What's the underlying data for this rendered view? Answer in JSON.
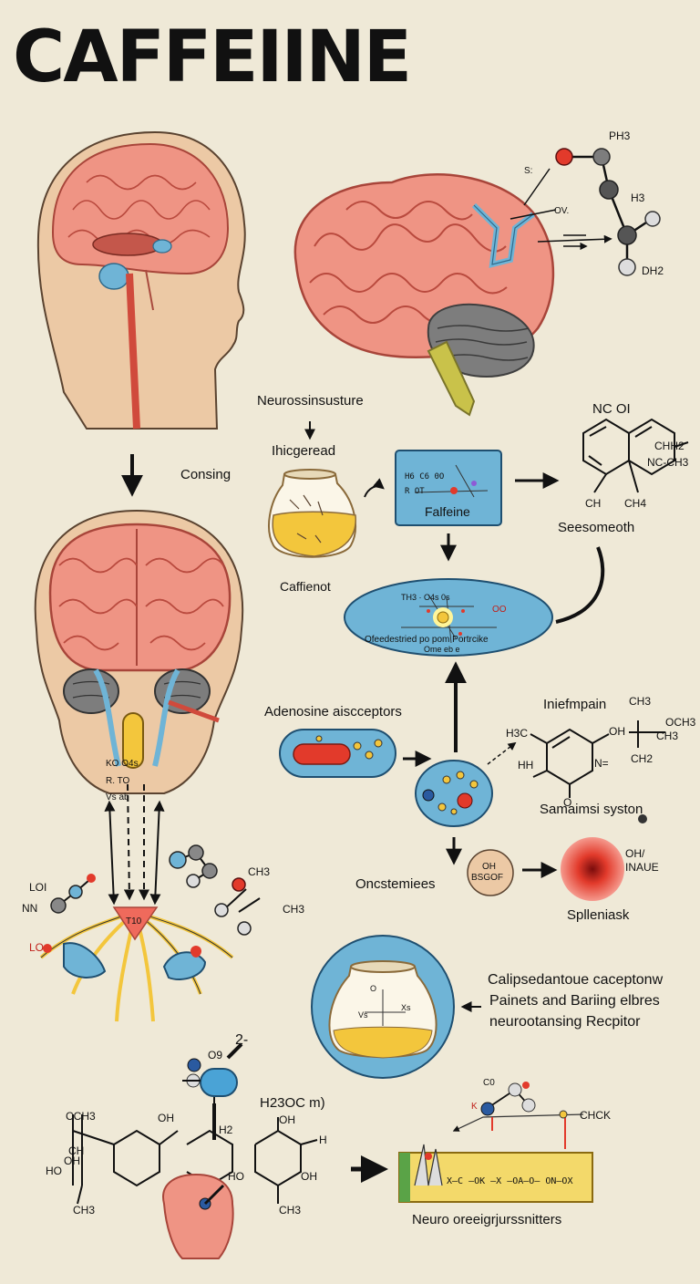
{
  "title": "CAFFEIINE",
  "labels": {
    "neurossinsusture": "Neurossinsusture",
    "hicgeread": "Ihicgeread",
    "consing": "Consing",
    "caffienot": "Caffienot",
    "falfeine": "Falfeine",
    "box_a": "H6 C6  0O",
    "box_b": "R   OT",
    "nco": "NC OI",
    "chh2": "CHH2",
    "ncch3": "NC-CH3",
    "ch": "CH",
    "ch4": "CH4",
    "seesomeoth": "Seesomeoth",
    "ofeedestried": "Ofeedestried  po  pom Portrcike",
    "ell_a": "TH3  ·  O4s   0s",
    "ell_b": "Ome  eb  e",
    "ell_o": "OO",
    "adenosine": "Adenosine aiscceptors",
    "iniefmpain": "Iniefmpain",
    "ch3_a": "CH3",
    "och3": "OCH3",
    "ch3_b": "CH3",
    "h3c": "H3C",
    "oh_a": "OH",
    "ch2": "CH2",
    "hh": "HH",
    "n_eq": "N=",
    "o_small": "O",
    "samaimsi": "Samaimsi syston",
    "oncstemiees": "Oncstemiees",
    "oh_b": "OH",
    "bsgof": "BSGOF",
    "oh_inaue": "OH/",
    "inaue": "INAUE",
    "splleniask": "Splleniask",
    "calipsed_1": "Calipsedantoue caceptonw",
    "calipsed_2": "Painets and Bariing elbres",
    "calipsed_3": "neurootansing Recpitor",
    "lo1": "LOI",
    "nn": "NN",
    "lo2": "LO",
    "ch3_c": "CH3",
    "ch3_d": "CH3",
    "t10": "T10",
    "stem_1": "KO     O4s",
    "stem_2": "R.      TO",
    "stem_3": "Vs          ab",
    "ph3": "PH3",
    "h3": "H3",
    "dh2": "DH2",
    "sa": "S:",
    "ov": "OV.",
    "two_minus": "2-",
    "oo": "O9",
    "h23oc": "H23OC m)",
    "oh_c": "OH",
    "h2": "H2",
    "oh_d": "OH",
    "cch3": "CCH3",
    "ch_e": "CH",
    "oh_e": "OH",
    "ho_a": "HO",
    "ch3_e": "CH3",
    "ho_b": "HO",
    "h_a": "H",
    "ch3_f": "CH3",
    "oh_f": "OH",
    "chck": "CHCK",
    "c0": "C0",
    "x_k": "K",
    "strip": "X—C —OK —X —OA—O— ON—OX",
    "neuro": "Neuro  oreeigrjurssnitters",
    "flask_o": "O",
    "flask_a": "Vs",
    "flask_b": "Xs"
  },
  "colors": {
    "background": "#efe9d7",
    "brain": "#ef9484",
    "brain_dark": "#c4574b",
    "blue": "#6fb4d6",
    "yellow": "#f3c63c",
    "red": "#e23a2b",
    "skin": "#ecc9a5"
  },
  "icons": [
    "brain-icon",
    "head-icon",
    "molecule-icon",
    "flask-icon",
    "arrow-icon",
    "receptor-icon"
  ]
}
